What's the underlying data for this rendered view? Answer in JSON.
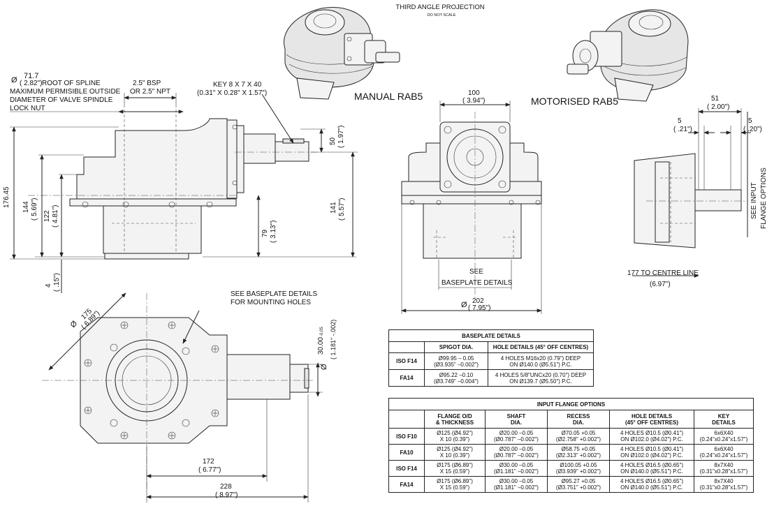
{
  "header": {
    "projection": "THIRD ANGLE PROJECTION",
    "scale_note": "DO NOT SCALE"
  },
  "views": {
    "manual_label": "MANUAL RAB5",
    "motorised_label": "MOTORISED RAB5"
  },
  "side_view": {
    "spline_dia": "71.7",
    "spline_dia_in": "( 2.82\")",
    "spline_note_1": "ROOT OF SPLINE",
    "spline_note_2": "MAXIMUM PERMISIBLE OUTSIDE",
    "spline_note_3": "DIAMETER OF VALVE SPINDLE",
    "spline_note_4": "LOCK NUT",
    "bsp_1": "2.5\" BSP",
    "bsp_2": "OR 2.5\" NPT",
    "key_1": "KEY 8 X 7 X 40",
    "key_2": "(0.31\" X 0.28\" X 1.57\")",
    "dim_50": "50",
    "dim_50_in": "( 1.97\")",
    "dim_176": "176.45",
    "dim_144": "144",
    "dim_144_in": "( 5.69\")",
    "dim_122": "122",
    "dim_122_in": "( 4.81\")",
    "dim_79": "79",
    "dim_79_in": "( 3.13\")",
    "dim_141": "141",
    "dim_141_in": "( 5.57\")",
    "dim_4": "4",
    "dim_4_in": "( .15\")"
  },
  "front_view": {
    "dim_100": "100",
    "dim_100_in": "( 3.94\")",
    "see_1": "SEE",
    "see_2": "BASEPLATE DETAILS",
    "dim_202": "202",
    "dim_202_in": "( 7.95\")"
  },
  "right_view": {
    "dim_51": "51",
    "dim_51_in": "( 2.00\")",
    "dim_5a": "5",
    "dim_5a_in": "( .21\")",
    "dim_5b": "5",
    "dim_5b_in": "( .20\")",
    "input_1": "SEE INPUT",
    "input_2": "FLANGE OPTIONS",
    "centre_1": "177 TO CENTRE LINE",
    "centre_2": "(6.97\")"
  },
  "plan_view": {
    "baseplate_1": "SEE BASEPLATE DETAILS",
    "baseplate_2": "FOR MOUNTING HOLES",
    "dim_175": "175",
    "dim_175_in": "( 6.89\")",
    "dim_30": "30.00",
    "dim_30_tol": "-0.05",
    "dim_30_in": "( 1.181\" -.002)",
    "dim_172": "172",
    "dim_172_in": "( 6.77\")",
    "dim_228": "228",
    "dim_228_in": "( 8.97\")"
  },
  "baseplate_table": {
    "title": "BASEPLATE DETAILS",
    "headers": [
      "SPIGOT DIA.",
      "HOLE DETAILS (45° OFF CENTRES)"
    ],
    "rows": [
      {
        "label": "ISO F14",
        "spigot_1": "Ø99.95 – 0.05",
        "spigot_2": "(Ø3.935\" –0.002\")",
        "hole_1": "4 HOLES M16x20 (0.79\") DEEP",
        "hole_2": "ON Ø140.0 (Ø5.51\") P.C."
      },
      {
        "label": "FA14",
        "spigot_1": "Ø95.22 –0.10",
        "spigot_2": "(Ø3.749\" –0.004\")",
        "hole_1": "4 HOLES 5/8\"UNCx20 (0.70\") DEEP",
        "hole_2": "ON Ø139.7 (Ø5.50\") P.C."
      }
    ]
  },
  "flange_table": {
    "title": "INPUT FLANGE OPTIONS",
    "headers": [
      [
        "FLANGE O/D",
        "& THICKNESS"
      ],
      [
        "SHAFT",
        "DIA."
      ],
      [
        "RECESS",
        "DIA."
      ],
      [
        "HOLE DETAILS",
        "(45° OFF CENTRES)"
      ],
      [
        "KEY",
        "DETAILS"
      ]
    ],
    "rows": [
      {
        "label": "ISO F10",
        "cells": [
          [
            "Ø125 (Ø4.92\")",
            "X 10 (0.39\")"
          ],
          [
            "Ø20.00 –0.05",
            "(Ø0.787\" –0.002\")"
          ],
          [
            "Ø70.05 +0.05",
            "(Ø2.758\" +0.002\")"
          ],
          [
            "4 HOLES Ø10.5 (Ø0.41\")",
            "ON Ø102.0 (Ø4.02\") P.C."
          ],
          [
            "6x6X40",
            "(0.24\"x0.24\"x1.57\")"
          ]
        ]
      },
      {
        "label": "FA10",
        "cells": [
          [
            "Ø125 (Ø4.92\")",
            "X 10 (0.39\")"
          ],
          [
            "Ø20.00 –0.05",
            "(Ø0.787\" –0.002\")"
          ],
          [
            "Ø58.75 +0.05",
            "(Ø2.313\" +0.002\")"
          ],
          [
            "4 HOLES Ø10.5 (Ø0.41\")",
            "ON Ø102.0 (Ø4.02\") P.C."
          ],
          [
            "6x6X40",
            "(0.24\"x0.24\"x1.57\")"
          ]
        ]
      },
      {
        "label": "ISO F14",
        "cells": [
          [
            "Ø175 (Ø6.89\")",
            "X 15 (0.59\")"
          ],
          [
            "Ø30.00 –0.05",
            "(Ø1.181\" –0.002\")"
          ],
          [
            "Ø100.05 +0.05",
            "(Ø3.939\" +0.002\")"
          ],
          [
            "4 HOLES Ø16.5 (Ø0.65\")",
            "ON Ø140.0 (Ø5.51\") P.C."
          ],
          [
            "8x7X40",
            "(0.31\"x0.28\"x1.57\")"
          ]
        ]
      },
      {
        "label": "FA14",
        "cells": [
          [
            "Ø175 (Ø6.89\")",
            "X 15 (0.59\")"
          ],
          [
            "Ø30.00 –0.05",
            "(Ø1.181\" –0.002\")"
          ],
          [
            "Ø95.27 +0.05",
            "(Ø3.751\" +0.002\")"
          ],
          [
            "4 HOLES Ø16.5 (Ø0.65\")",
            "ON Ø140.0 (Ø5.51\") P.C."
          ],
          [
            "8x7X40",
            "(0.31\"x0.28\"x1.57\")"
          ]
        ]
      }
    ]
  }
}
